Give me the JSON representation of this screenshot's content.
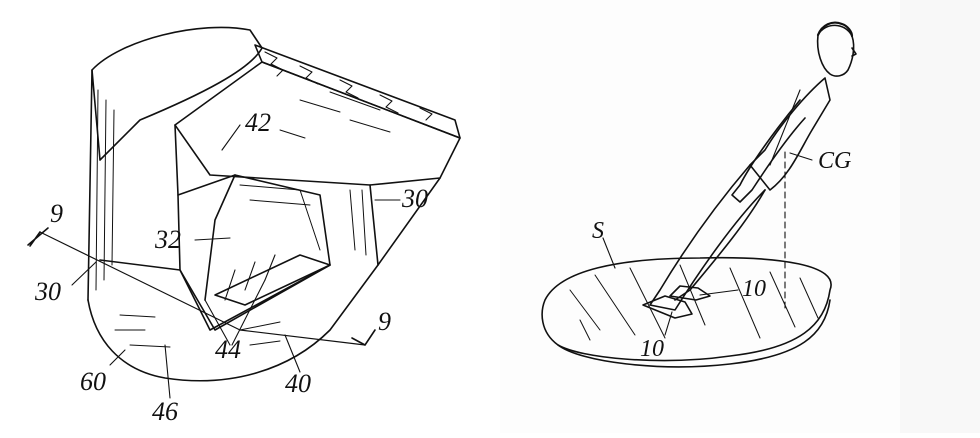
{
  "left_figure": {
    "labels": {
      "l42": "42",
      "l30_right": "30",
      "l9_top": "9",
      "l32": "32",
      "l30_left": "30",
      "l44": "44",
      "l9_bottom": "9",
      "l60": "60",
      "l40": "40",
      "l46": "46"
    }
  },
  "right_figure": {
    "labels": {
      "cg": "CG",
      "s": "S",
      "l10_right": "10",
      "l10_bottom": "10"
    }
  },
  "colors": {
    "ink": "#111111",
    "paper": "#ffffff"
  }
}
